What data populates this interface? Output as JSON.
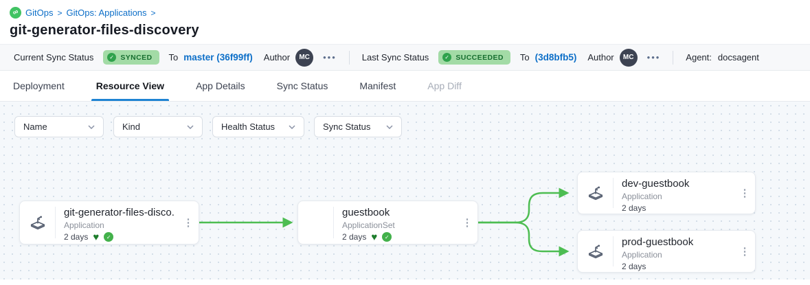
{
  "colors": {
    "accent_blue": "#0d6fc8",
    "badge_green_bg": "#a3dba6",
    "badge_green_text": "#176e30",
    "edge_green": "#4dbd52",
    "tab_underline": "#1e83d3",
    "avatar_bg": "#3d4352"
  },
  "icons": {
    "infinity": "∞",
    "check": "✓",
    "heart": "♥",
    "kebab": "⋮",
    "ellipsis": "•••"
  },
  "breadcrumb": {
    "items": [
      "GitOps",
      "GitOps: Applications"
    ],
    "separator": ">"
  },
  "title": "git-generator-files-discovery",
  "status_bar": {
    "current_sync": {
      "label": "Current Sync Status",
      "badge": "SYNCED",
      "to_label": "To",
      "revision": "master (36f99ff)",
      "author_label": "Author",
      "author_initials": "MC"
    },
    "last_sync": {
      "label": "Last Sync Status",
      "badge": "SUCCEEDED",
      "to_label": "To",
      "revision": "(3d8bfb5)",
      "author_label": "Author",
      "author_initials": "MC"
    },
    "agent": {
      "label": "Agent:",
      "value": "docsagent"
    }
  },
  "tabs": [
    {
      "label": "Deployment",
      "state": "normal"
    },
    {
      "label": "Resource View",
      "state": "active"
    },
    {
      "label": "App Details",
      "state": "normal"
    },
    {
      "label": "Sync Status",
      "state": "normal"
    },
    {
      "label": "Manifest",
      "state": "normal"
    },
    {
      "label": "App Diff",
      "state": "disabled"
    }
  ],
  "filters": [
    {
      "label": "Name"
    },
    {
      "label": "Kind"
    },
    {
      "label": "Health Status"
    },
    {
      "label": "Sync Status"
    }
  ],
  "graph": {
    "nodes": [
      {
        "title": "git-generator-files-disco...",
        "kind": "Application",
        "age": "2 days",
        "health": "healthy",
        "sync": "synced"
      },
      {
        "title": "guestbook",
        "kind": "ApplicationSet",
        "age": "2 days",
        "health": "healthy",
        "sync": "synced"
      },
      {
        "title": "dev-guestbook",
        "kind": "Application",
        "age": "2 days"
      },
      {
        "title": "prod-guestbook",
        "kind": "Application",
        "age": "2 days"
      }
    ],
    "edges": [
      {
        "from": "git-generator-files-disco...",
        "to": "guestbook"
      },
      {
        "from": "guestbook",
        "to": "dev-guestbook"
      },
      {
        "from": "guestbook",
        "to": "prod-guestbook"
      }
    ]
  }
}
